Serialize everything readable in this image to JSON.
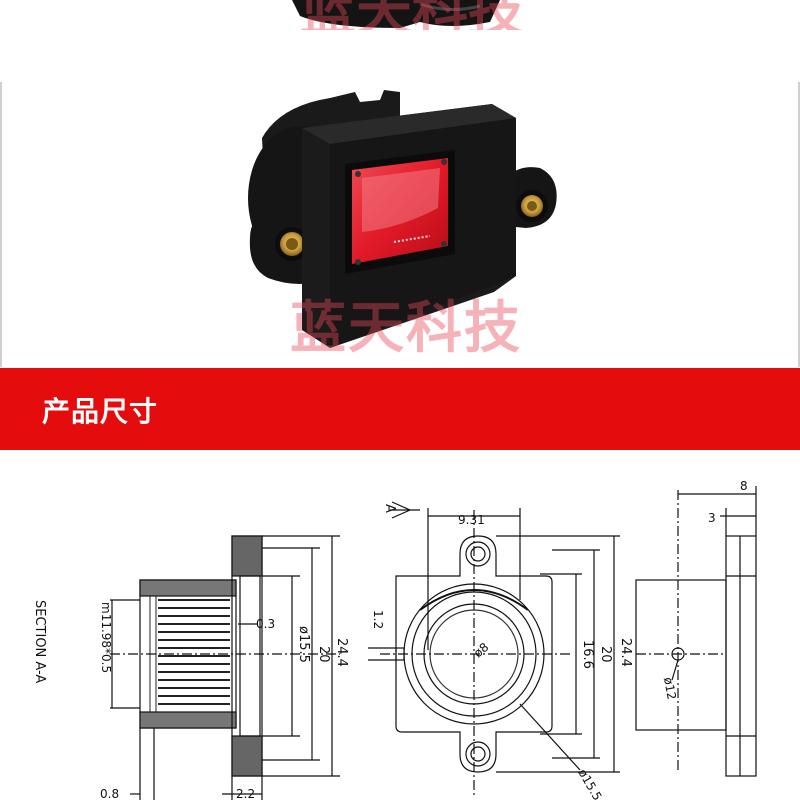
{
  "watermark_text": "蓝天科技",
  "section_heading": "产品尺寸",
  "colors": {
    "banner_red": "#e40c0c",
    "watermark_pink": "#e84856",
    "holder_black": "#141414",
    "filter_red": "#e8202e",
    "brass": "#c79a3a"
  },
  "drawing": {
    "section_label": "SECTION A-A",
    "section_marker": "A",
    "side_view": {
      "thread": "m11.98*0.5",
      "dim_0_3": "0.3",
      "dim_15_5": "ø15.5",
      "dim_20": "20",
      "dim_24_4": "24.4",
      "dim_0_8": "0.8",
      "dim_2_2": "2.2"
    },
    "front_view": {
      "dim_9_31": "9.31",
      "dim_1_2": "1.2",
      "dim_8": "ø8",
      "dim_16_6": "16.6",
      "dim_20": "20",
      "dim_24_4": "24.4",
      "dim_15_5": "ø15.5"
    },
    "right_view": {
      "dim_8": "8",
      "dim_3": "3",
      "dim_12": "ø12"
    }
  }
}
